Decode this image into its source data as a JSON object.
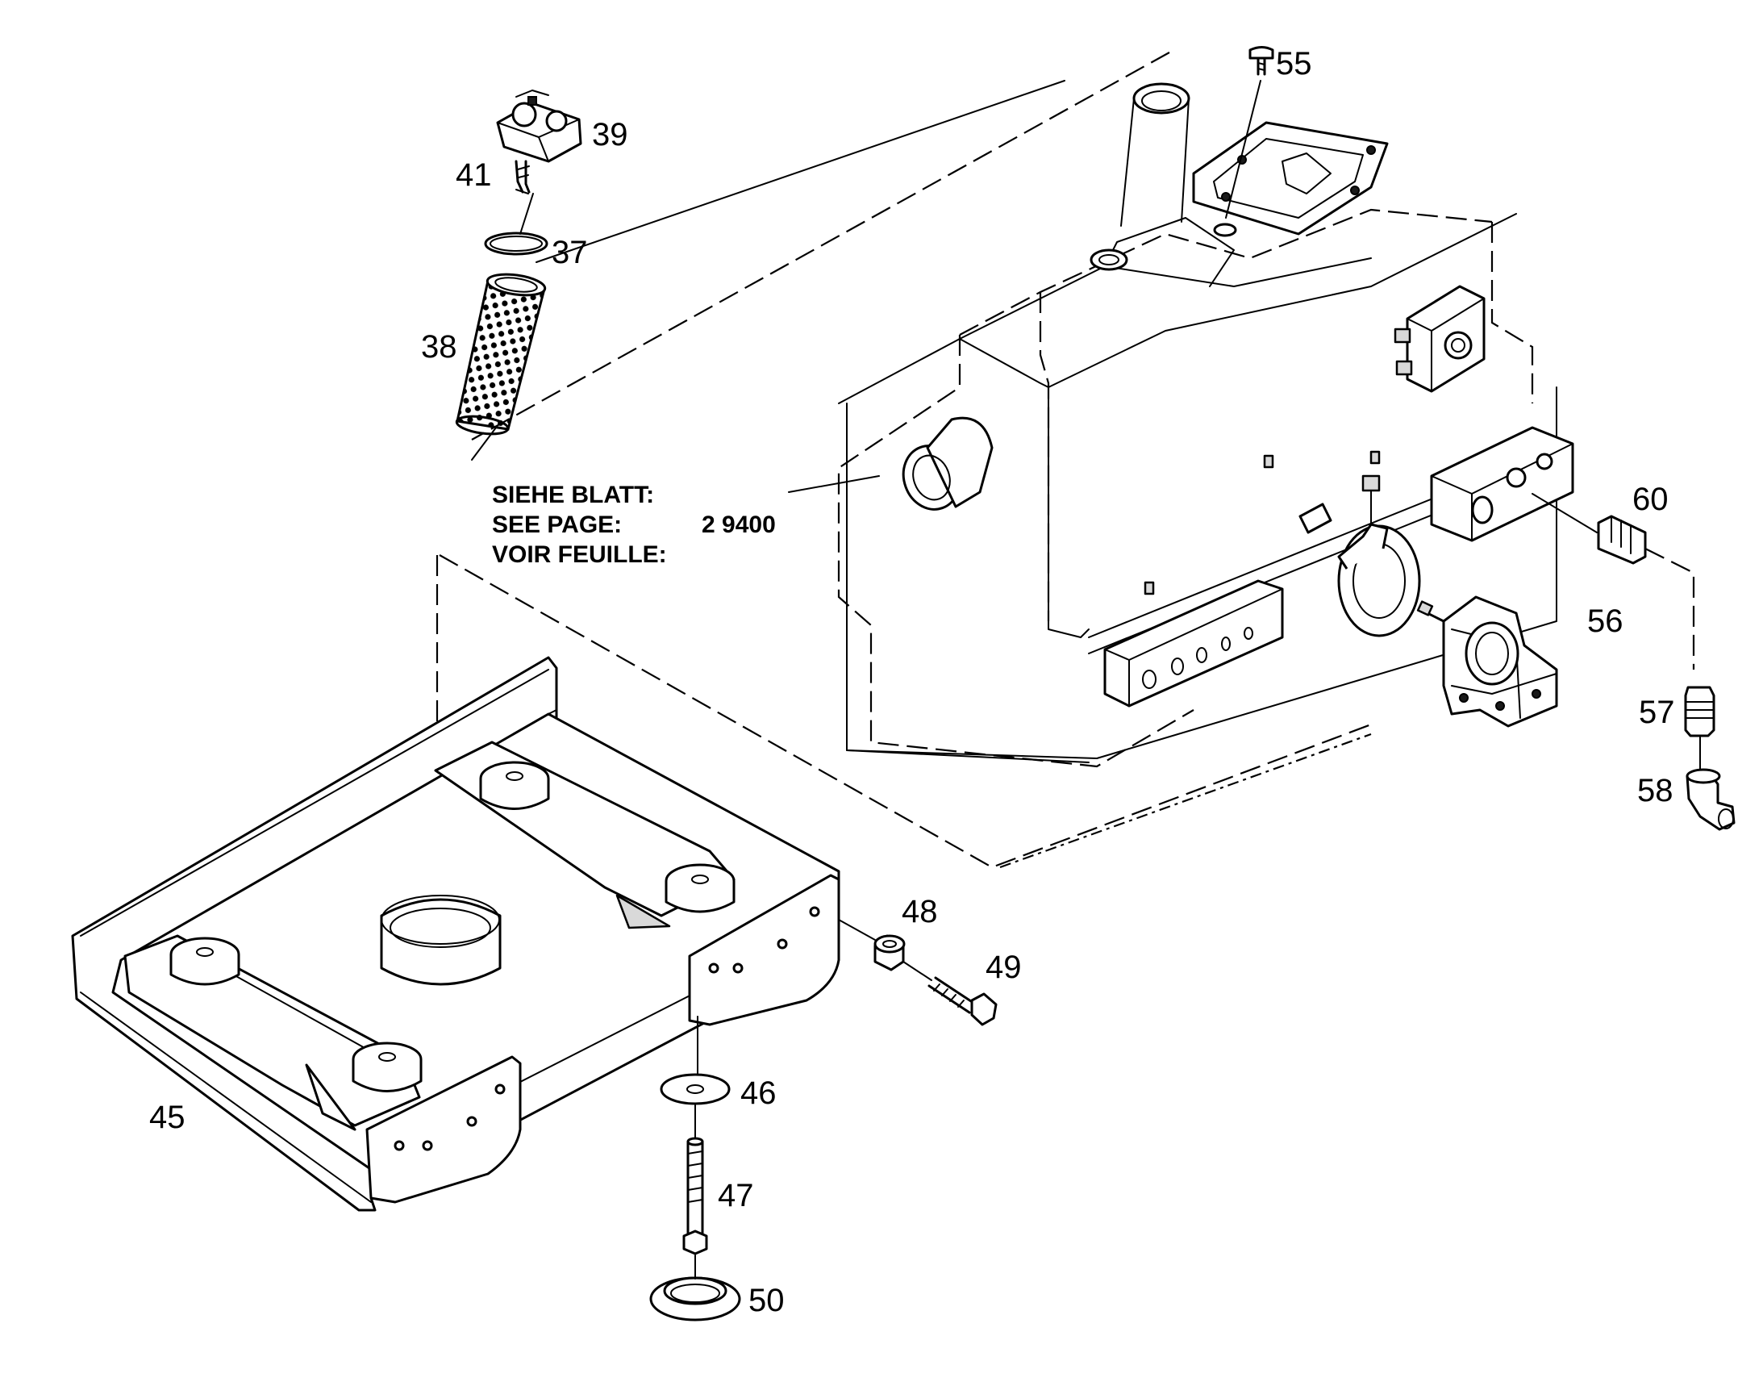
{
  "callouts": {
    "c39": "39",
    "c41": "41",
    "c37": "37",
    "c38": "38",
    "c55": "55",
    "c60": "60",
    "c56": "56",
    "c57": "57",
    "c58": "58",
    "c48": "48",
    "c49": "49",
    "c45": "45",
    "c46": "46",
    "c47": "47",
    "c50": "50"
  },
  "reference_note": {
    "line_de": "SIEHE BLATT:",
    "line_en": "SEE PAGE:",
    "line_fr": "VOIR FEUILLE:",
    "page_number": "2 9400"
  }
}
